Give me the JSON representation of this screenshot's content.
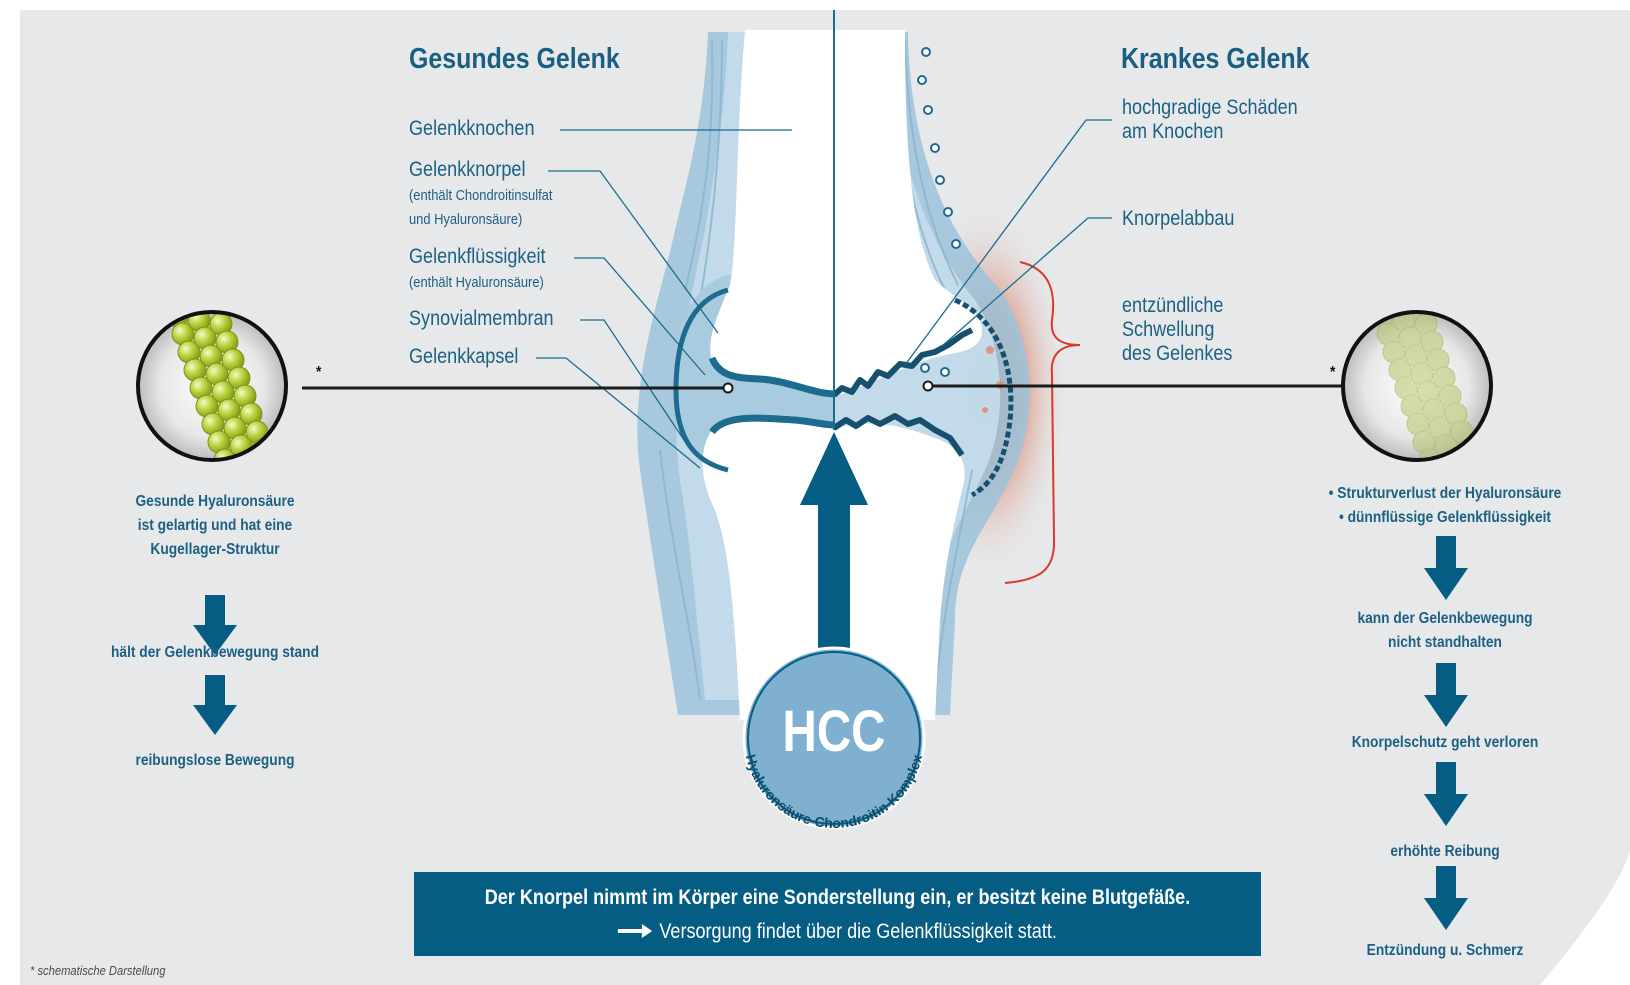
{
  "titles": {
    "healthy": "Gesundes Gelenk",
    "diseased": "Krankes Gelenk"
  },
  "healthy_labels": {
    "bone": "Gelenkknochen",
    "cartilage": "Gelenkknorpel",
    "cartilage_note_1": "(enthält Chondroitinsulfat",
    "cartilage_note_2": "und Hyaluronsäure)",
    "fluid": "Gelenkflüssigkeit",
    "fluid_note": "(enthält Hyaluronsäure)",
    "membrane": "Synovialmembran",
    "capsule": "Gelenkkapsel"
  },
  "diseased_labels": {
    "bone_damage_1": "hochgradige Schäden",
    "bone_damage_2": "am Knochen",
    "cartilage_loss": "Knorpelabbau",
    "swelling_1": "entzündliche",
    "swelling_2": "Schwellung",
    "swelling_3": "des Gelenkes"
  },
  "asterisk": "*",
  "left_flow": {
    "intro_1": "Gesunde Hyaluronsäure",
    "intro_2": "ist gelartig und hat eine",
    "intro_3": "Kugellager-Struktur",
    "step_1": "hält der Gelenkbewegung stand",
    "step_2": "reibungslose Bewegung"
  },
  "right_flow": {
    "bullet_1": "• Strukturverlust der Hyaluronsäure",
    "bullet_2": "• dünnflüssige Gelenkflüssigkeit",
    "step_1a": "kann der Gelenkbewegung",
    "step_1b": "nicht standhalten",
    "step_2": "Knorpelschutz geht verloren",
    "step_3": "erhöhte Reibung",
    "step_4": "Entzündung u. Schmerz"
  },
  "hcc": {
    "acronym": "HCC",
    "ring_text": "Hyaluronsäure-Chondroitin-Komplex"
  },
  "banner": {
    "line_1": "Der Knorpel nimmt im Körper eine Sonderstellung ein, er besitzt keine Blutgefäße.",
    "line_2": "Versorgung findet über die Gelenkflüssigkeit statt."
  },
  "footnote": "* schematische Darstellung",
  "colors": {
    "background": "#e6e8ea",
    "primary_blue": "#055d84",
    "text_blue": "#1c6183",
    "tissue_light": "#c6dcea",
    "tissue_mid": "#8fb9d3",
    "inflammation_red": "#d83a2c",
    "hyaluron_green": "#b5cc3a"
  }
}
